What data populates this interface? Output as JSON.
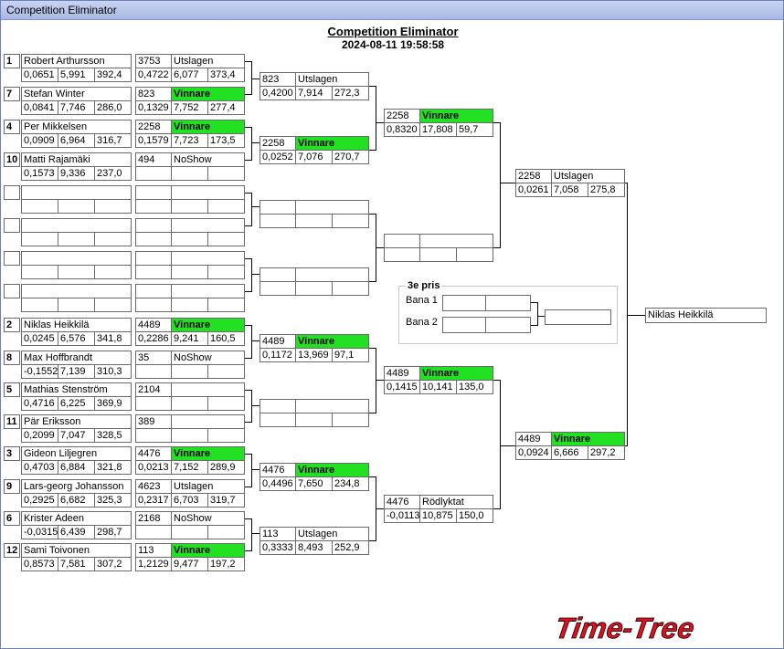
{
  "window": {
    "title": "Competition Eliminator"
  },
  "header": {
    "title": "Competition Eliminator",
    "datetime": "2024-08-11 19:58:58"
  },
  "colors": {
    "winner": "#22e022",
    "logo": "#e01020"
  },
  "first_round": [
    {
      "seed": "1",
      "name": "Robert Arthursson",
      "rt": "0,0651",
      "et": "5,991",
      "speed": "392,4",
      "car": "3753",
      "result": "Utslagen",
      "r_rt": "0,4722",
      "r_et": "6,077",
      "r_speed": "373,4",
      "winner": false
    },
    {
      "seed": "7",
      "name": "Stefan Winter",
      "rt": "0,0841",
      "et": "7,746",
      "speed": "286,0",
      "car": "823",
      "result": "Vinnare",
      "r_rt": "0,1329",
      "r_et": "7,752",
      "r_speed": "277,4",
      "winner": true
    },
    {
      "seed": "4",
      "name": "Per Mikkelsen",
      "rt": "0,0909",
      "et": "6,964",
      "speed": "316,7",
      "car": "2258",
      "result": "Vinnare",
      "r_rt": "0,1579",
      "r_et": "7,723",
      "r_speed": "173,5",
      "winner": true
    },
    {
      "seed": "10",
      "name": "Matti Rajamäki",
      "rt": "0,1573",
      "et": "9,336",
      "speed": "237,0",
      "car": "494",
      "result": "NoShow",
      "r_rt": "",
      "r_et": "",
      "r_speed": "",
      "winner": false
    },
    {
      "seed": "",
      "name": "",
      "rt": "",
      "et": "",
      "speed": "",
      "car": "",
      "result": "",
      "r_rt": "",
      "r_et": "",
      "r_speed": "",
      "winner": false
    },
    {
      "seed": "",
      "name": "",
      "rt": "",
      "et": "",
      "speed": "",
      "car": "",
      "result": "",
      "r_rt": "",
      "r_et": "",
      "r_speed": "",
      "winner": false
    },
    {
      "seed": "",
      "name": "",
      "rt": "",
      "et": "",
      "speed": "",
      "car": "",
      "result": "",
      "r_rt": "",
      "r_et": "",
      "r_speed": "",
      "winner": false
    },
    {
      "seed": "",
      "name": "",
      "rt": "",
      "et": "",
      "speed": "",
      "car": "",
      "result": "",
      "r_rt": "",
      "r_et": "",
      "r_speed": "",
      "winner": false
    },
    {
      "seed": "2",
      "name": "Niklas Heikkilä",
      "rt": "0,0245",
      "et": "6,576",
      "speed": "341,8",
      "car": "4489",
      "result": "Vinnare",
      "r_rt": "0,2286",
      "r_et": "9,241",
      "r_speed": "160,5",
      "winner": true
    },
    {
      "seed": "8",
      "name": "Max Hoffbrandt",
      "rt": "-0,1552",
      "et": "7,139",
      "speed": "310,3",
      "car": "35",
      "result": "NoShow",
      "r_rt": "",
      "r_et": "",
      "r_speed": "",
      "winner": false
    },
    {
      "seed": "5",
      "name": "Mathias Stenström",
      "rt": "0,4716",
      "et": "6,225",
      "speed": "369,9",
      "car": "2104",
      "result": "",
      "r_rt": "",
      "r_et": "",
      "r_speed": "",
      "winner": false
    },
    {
      "seed": "11",
      "name": "Pär Eriksson",
      "rt": "0,2099",
      "et": "7,047",
      "speed": "328,5",
      "car": "389",
      "result": "",
      "r_rt": "",
      "r_et": "",
      "r_speed": "",
      "winner": false
    },
    {
      "seed": "3",
      "name": "Gideon Liljegren",
      "rt": "0,4703",
      "et": "6,884",
      "speed": "321,8",
      "car": "4476",
      "result": "Vinnare",
      "r_rt": "0,0213",
      "r_et": "7,152",
      "r_speed": "289,9",
      "winner": true
    },
    {
      "seed": "9",
      "name": "Lars-georg Johansson",
      "rt": "0,2925",
      "et": "6,682",
      "speed": "325,3",
      "car": "4623",
      "result": "Utslagen",
      "r_rt": "0,2317",
      "r_et": "6,703",
      "r_speed": "319,7",
      "winner": false
    },
    {
      "seed": "6",
      "name": "Krister Adeen",
      "rt": "-0,0315",
      "et": "6,439",
      "speed": "298,7",
      "car": "2168",
      "result": "NoShow",
      "r_rt": "",
      "r_et": "",
      "r_speed": "",
      "winner": false
    },
    {
      "seed": "12",
      "name": "Sami Toivonen",
      "rt": "0,8573",
      "et": "7,581",
      "speed": "307,2",
      "car": "113",
      "result": "Vinnare",
      "r_rt": "1,2129",
      "r_et": "9,477",
      "r_speed": "197,2",
      "winner": true
    }
  ],
  "round2": [
    {
      "car": "823",
      "result": "Utslagen",
      "rt": "0,4200",
      "et": "7,914",
      "speed": "272,3",
      "winner": false
    },
    {
      "car": "2258",
      "result": "Vinnare",
      "rt": "0,0252",
      "et": "7,076",
      "speed": "270,7",
      "winner": true
    },
    {
      "car": "",
      "result": "",
      "rt": "",
      "et": "",
      "speed": "",
      "winner": false
    },
    {
      "car": "",
      "result": "",
      "rt": "",
      "et": "",
      "speed": "",
      "winner": false
    },
    {
      "car": "4489",
      "result": "Vinnare",
      "rt": "0,1172",
      "et": "13,969",
      "speed": "97,1",
      "winner": true
    },
    {
      "car": "",
      "result": "",
      "rt": "",
      "et": "",
      "speed": "",
      "winner": false
    },
    {
      "car": "4476",
      "result": "Vinnare",
      "rt": "0,4496",
      "et": "7,650",
      "speed": "234,8",
      "winner": true
    },
    {
      "car": "113",
      "result": "Utslagen",
      "rt": "0,3333",
      "et": "8,493",
      "speed": "252,9",
      "winner": false
    }
  ],
  "round3": [
    {
      "car": "2258",
      "result": "Vinnare",
      "rt": "0,8320",
      "et": "17,808",
      "speed": "59,7",
      "winner": true
    },
    {
      "car": "",
      "result": "",
      "rt": "",
      "et": "",
      "speed": "",
      "winner": false
    },
    {
      "car": "4489",
      "result": "Vinnare",
      "rt": "0,1415",
      "et": "10,141",
      "speed": "135,0",
      "winner": true
    },
    {
      "car": "4476",
      "result": "Rödlyktat",
      "rt": "-0,0113",
      "et": "10,875",
      "speed": "150,0",
      "winner": false
    }
  ],
  "semis": [
    {
      "car": "2258",
      "result": "Utslagen",
      "rt": "0,0261",
      "et": "7,058",
      "speed": "275,8",
      "winner": false
    },
    {
      "car": "4489",
      "result": "Vinnare",
      "rt": "0,0924",
      "et": "6,666",
      "speed": "297,2",
      "winner": true
    }
  ],
  "final": {
    "winner": "Niklas Heikkilä"
  },
  "third_place": {
    "title": "3e pris",
    "lane1_label": "Bana 1",
    "lane2_label": "Bana 2"
  },
  "logo": {
    "text": "Time-Tree"
  }
}
